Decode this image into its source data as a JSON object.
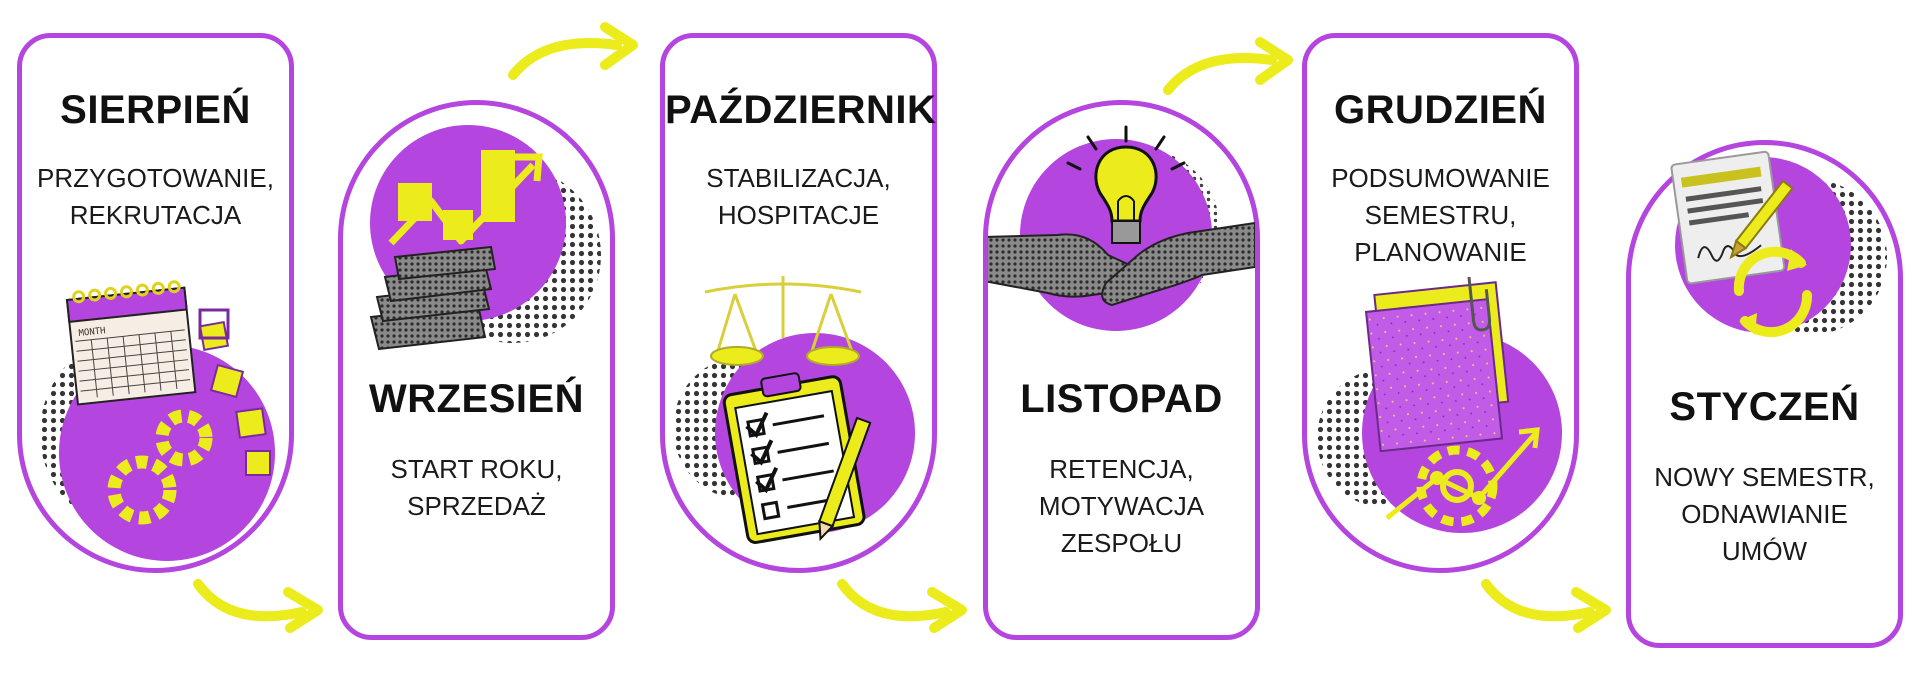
{
  "colors": {
    "purple": "#b445df",
    "yellow": "#ecec1c",
    "ink": "#111111"
  },
  "stages": [
    {
      "month": "SIERPIEŃ",
      "lines": [
        "PRZYGOTOWANIE,",
        "REKRUTACJA"
      ],
      "icon": "calendar-gears-icon"
    },
    {
      "month": "WRZESIEŃ",
      "lines": [
        "START ROKU,",
        "SPRZEDAŻ"
      ],
      "icon": "growth-chart-books-icon"
    },
    {
      "month": "PAŹDZIERNIK",
      "lines": [
        "STABILIZACJA,",
        "HOSPITACJE"
      ],
      "icon": "scales-clipboard-icon"
    },
    {
      "month": "LISTOPAD",
      "lines": [
        "RETENCJA,",
        "MOTYWACJA",
        "ZESPOŁU"
      ],
      "icon": "handshake-lightbulb-icon"
    },
    {
      "month": "GRUDZIEŃ",
      "lines": [
        "PODSUMOWANIE",
        "SEMESTRU,",
        "PLANOWANIE"
      ],
      "icon": "folder-gear-icon"
    },
    {
      "month": "STYCZEŃ",
      "lines": [
        "NOWY SEMESTR,",
        "ODNAWIANIE",
        "UMÓW"
      ],
      "icon": "signed-document-renew-icon"
    }
  ],
  "calendar": {
    "header": "MONTH"
  }
}
